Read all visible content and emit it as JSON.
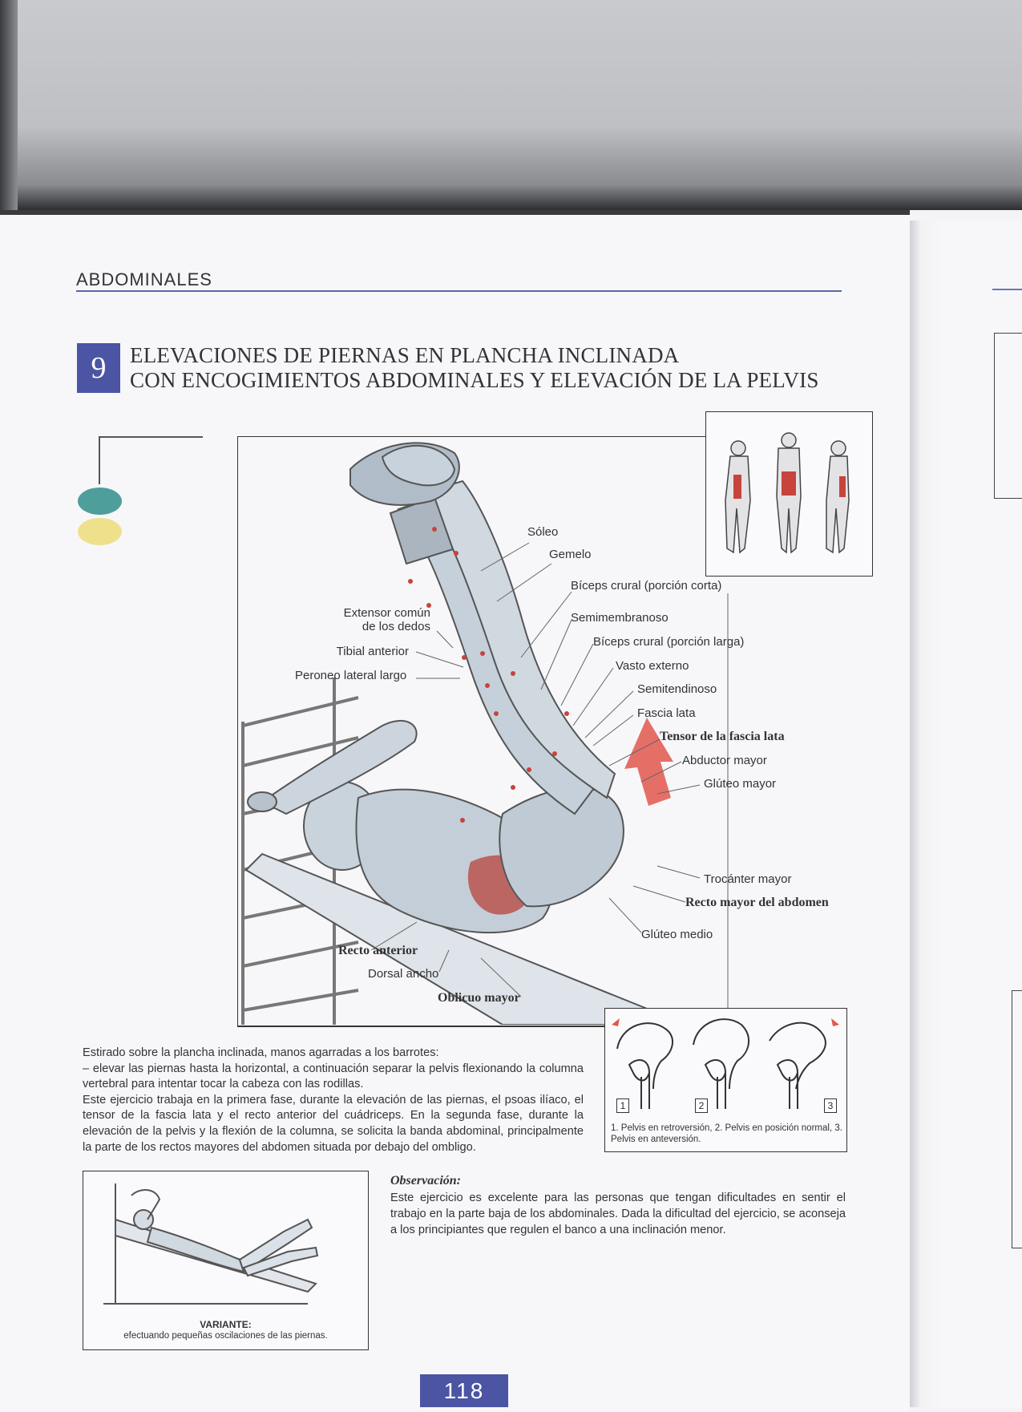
{
  "header": {
    "section": "ABDOMINALES"
  },
  "exercise": {
    "number": "9",
    "title_line1": "ELEVACIONES DE PIERNAS EN PLANCHA INCLINADA",
    "title_line2": "CON ENCOGIMIENTOS ABDOMINALES Y ELEVACIÓN DE LA PELVIS"
  },
  "labels": {
    "soleo": "Sóleo",
    "gemelo": "Gemelo",
    "biceps_corta": "Bíceps crural (porción corta)",
    "extensor_1": "Extensor común",
    "extensor_2": "de los dedos",
    "semimembranoso": "Semimembranoso",
    "biceps_larga": "Bíceps crural (porción larga)",
    "tibial": "Tibial anterior",
    "peroneo": "Peroneo lateral largo",
    "vasto": "Vasto externo",
    "semitendinoso": "Semitendinoso",
    "fascia": "Fascia lata",
    "tensor": "Tensor de la fascia lata",
    "abductor": "Abductor mayor",
    "gluteo_mayor": "Glúteo mayor",
    "trocanter": "Trocánter mayor",
    "recto_mayor": "Recto mayor del abdomen",
    "gluteo_medio": "Glúteo medio",
    "recto_anterior": "Recto anterior",
    "dorsal": "Dorsal ancho",
    "oblicuo": "Oblicuo mayor"
  },
  "body": {
    "p1": "Estirado sobre la plancha inclinada, manos agarradas a los barrotes:",
    "p2": "– elevar las piernas hasta la horizontal, a continuación separar la pelvis flexionando la columna vertebral para intentar tocar la cabeza con las rodillas.",
    "p3": "Este ejercicio trabaja en la primera fase, durante la elevación de las piernas, el psoas ilíaco, el tensor de la fascia lata y el recto anterior del cuádriceps. En la segunda fase, durante la elevación de la pelvis y la flexión de la columna, se solicita la banda abdominal, principalmente la parte de los rectos mayores del abdomen situada por debajo del ombligo."
  },
  "pelvis": {
    "n1": "1",
    "n2": "2",
    "n3": "3",
    "caption": "1. Pelvis en retroversión, 2. Pelvis en posición normal, 3. Pelvis en anteversión."
  },
  "variant": {
    "title": "VARIANTE:",
    "subtitle": "efectuando pequeñas oscilaciones de las piernas."
  },
  "observation": {
    "title": "Observación:",
    "text": "Este ejercicio es excelente para las personas que tengan dificultades en sentir el trabajo en la parte baja de los abdominales. Dada la dificultad del ejercicio, se aconseja a los principiantes que regulen el banco a una inclinación menor."
  },
  "footer": {
    "page_number": "118"
  },
  "colors": {
    "accent": "#4b55a3",
    "teal": "#4e9e9c",
    "yellow": "#efe08b",
    "muscle_red": "#c8433c"
  }
}
